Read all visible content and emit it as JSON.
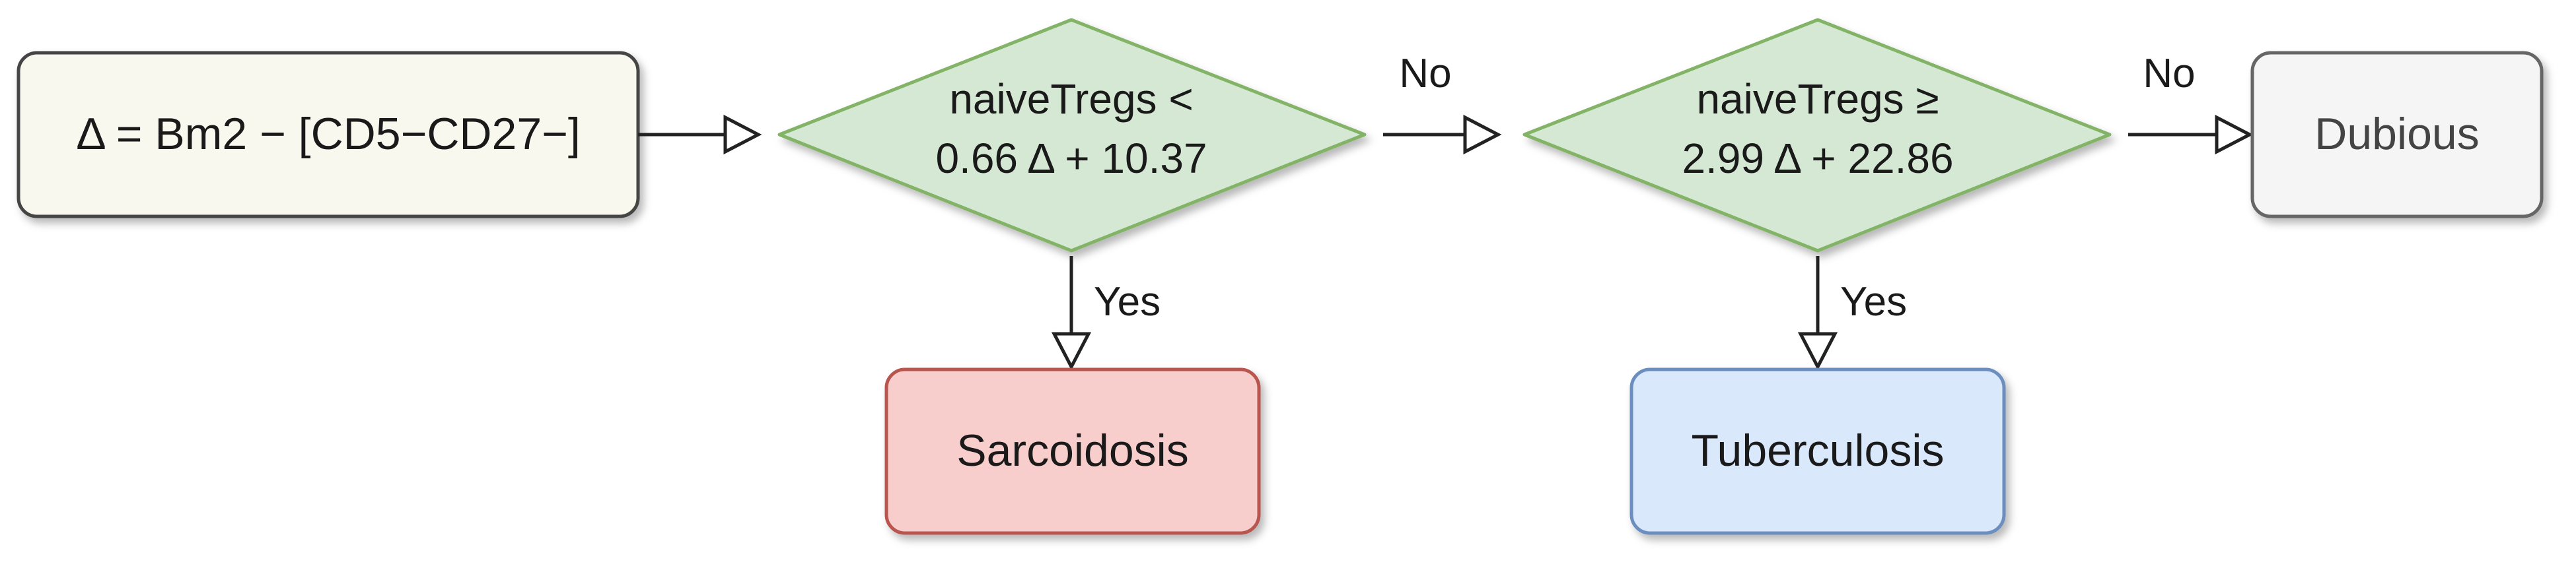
{
  "flow": {
    "start": {
      "text": "Δ = Bm2 − [CD5−CD27−]"
    },
    "decision1": {
      "line1": "naiveTregs <",
      "line2": "0.66 Δ + 10.37"
    },
    "decision2": {
      "line1": "naiveTregs ≥",
      "line2": "2.99 Δ + 22.86"
    },
    "outcomes": {
      "dubious": "Dubious",
      "sarcoidosis": "Sarcoidosis",
      "tuberculosis": "Tuberculosis"
    },
    "edge_labels": {
      "d1_no": "No",
      "d1_yes": "Yes",
      "d2_no": "No",
      "d2_yes": "Yes"
    }
  },
  "colors": {
    "start_fill": "#f9f8ef",
    "start_stroke": "#444444",
    "decision_fill": "#d5e8d4",
    "decision_stroke": "#82b366",
    "dubious_fill": "#f5f5f5",
    "dubious_stroke": "#666666",
    "sarcoidosis_fill": "#f8cecc",
    "sarcoidosis_stroke": "#b85450",
    "tuberculosis_fill": "#dae8fc",
    "tuberculosis_stroke": "#6c8ebf",
    "arrow": "#222222"
  }
}
